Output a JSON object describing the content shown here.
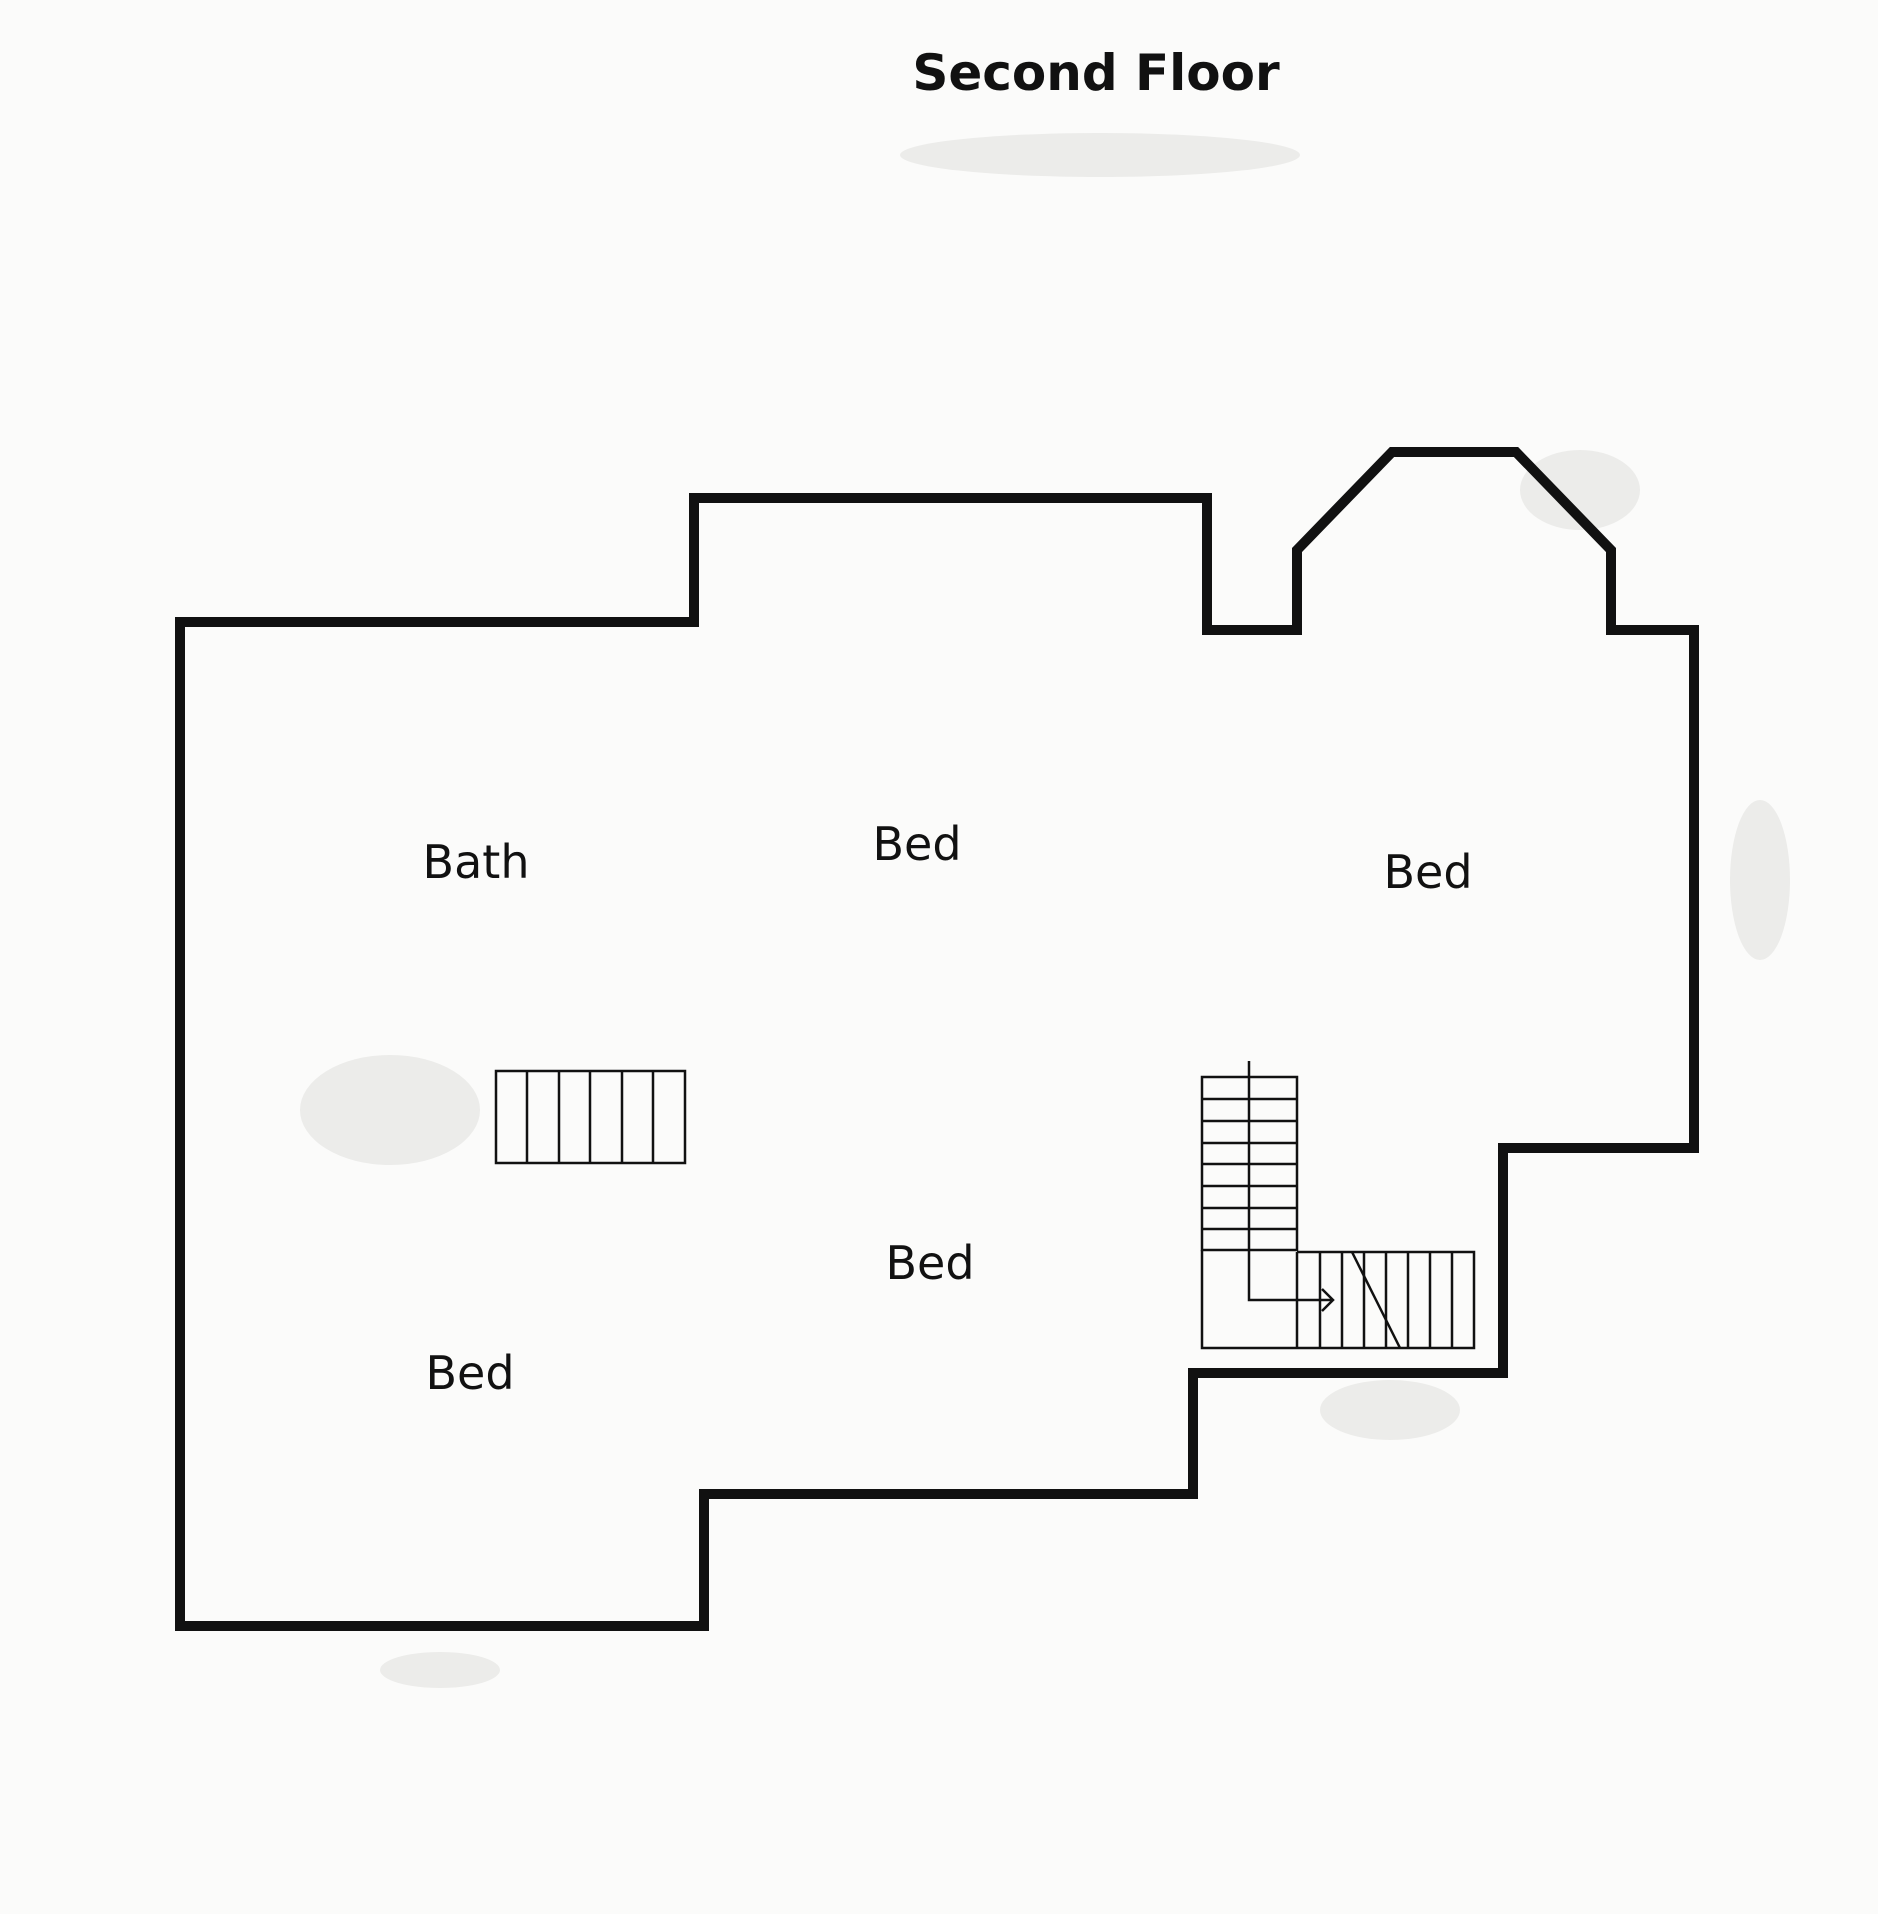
{
  "title": "Second Floor",
  "rooms": [
    {
      "id": "bath",
      "label": "Bath"
    },
    {
      "id": "bed-top-middle",
      "label": "Bed"
    },
    {
      "id": "bed-top-right",
      "label": "Bed"
    },
    {
      "id": "bed-center",
      "label": "Bed"
    },
    {
      "id": "bed-bottom-left",
      "label": "Bed"
    }
  ],
  "colors": {
    "ink": "#111111",
    "paper": "#fbfbfa"
  }
}
